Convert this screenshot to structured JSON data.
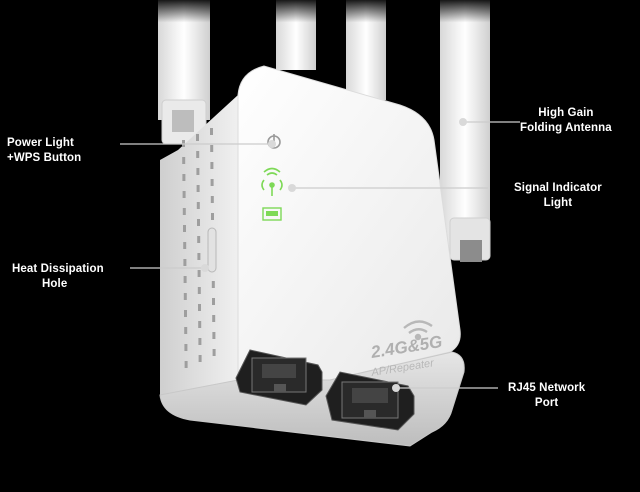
{
  "callouts": {
    "power": {
      "line1": "Power Light",
      "line2": "+WPS Button"
    },
    "heat": {
      "line1": "Heat Dissipation",
      "line2": "Hole"
    },
    "antenna": {
      "line1": "High Gain",
      "line2": "Folding Antenna"
    },
    "signal": {
      "line1": "Signal Indicator",
      "line2": "Light"
    },
    "rj45": {
      "line1": "RJ45 Network",
      "line2": "Port"
    }
  },
  "device": {
    "brand_mark": "2.4G&5G",
    "brand_sub": "AP/Repeater"
  },
  "icons": [
    "power-icon",
    "wifi-icon",
    "signal-icon",
    "lan-port-icon",
    "wifi-logo-icon"
  ],
  "colors": {
    "background": "#000000",
    "device_body": "#f2f2f2",
    "indicator_green": "#7ed957",
    "callout_line": "#cccccc"
  }
}
